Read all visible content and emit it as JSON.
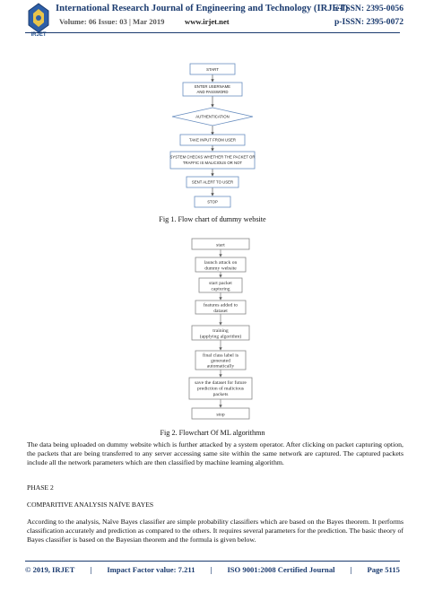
{
  "header": {
    "journal_title": "International Research Journal of Engineering and Technology (IRJET)",
    "e_issn": "e-ISSN: 2395-0056",
    "volume": "Volume: 06 Issue: 03 | Mar 2019",
    "website": "www.irjet.net",
    "p_issn": "p-ISSN: 2395-0072",
    "logo_text": "IRJET"
  },
  "figure1": {
    "nodes": [
      "START",
      "ENTER USERNAME AND PASSWORD",
      "AUTHENTICATION",
      "TAKE INPUT FROM USER",
      "SYSTEM CHECKS WHETHER THE PACKET OR TRAFFIC IS MALICIOUS OR NOT",
      "SENT ALERT TO USER",
      "STOP"
    ],
    "caption": "Fig 1. Flow chart of dummy website"
  },
  "figure2": {
    "nodes": [
      "start",
      "launch attack on dummy website",
      "start packet capturing",
      "features added to dataset",
      "training (applying algorithm)",
      "final class label is generated automatically",
      "save the dataset for future prediction of malicious packets",
      "stop"
    ],
    "caption": "Fig 2. Flowchart Of ML algorithmn"
  },
  "body": {
    "para1": "The data being uploaded on dummy website which is further attacked by a system operator. After clicking on packet capturing option, the packets that are being transferred to any server accessing same site within the same network are captured. The captured packets include all the network parameters which are then classified by machine learning algorithm.",
    "phase": "PHASE 2",
    "section": "COMPARITIVE ANALYSIS NAÏVE BAYES",
    "para2": "According to the analysis, Naïve Bayes classifier are simple probability classifiers which are based on the Bayes theorem. It performs classification accurately and prediction as compared to the others. It requires several parameters for the prediction. The basic theory of Bayes classifier is based on the Bayesian theorem and the formula is given below."
  },
  "footer": {
    "copyright": "© 2019, IRJET",
    "impact": "Impact Factor value: 7.211",
    "iso": "ISO 9001:2008 Certified Journal",
    "page": "Page 5115",
    "separator": "|"
  }
}
